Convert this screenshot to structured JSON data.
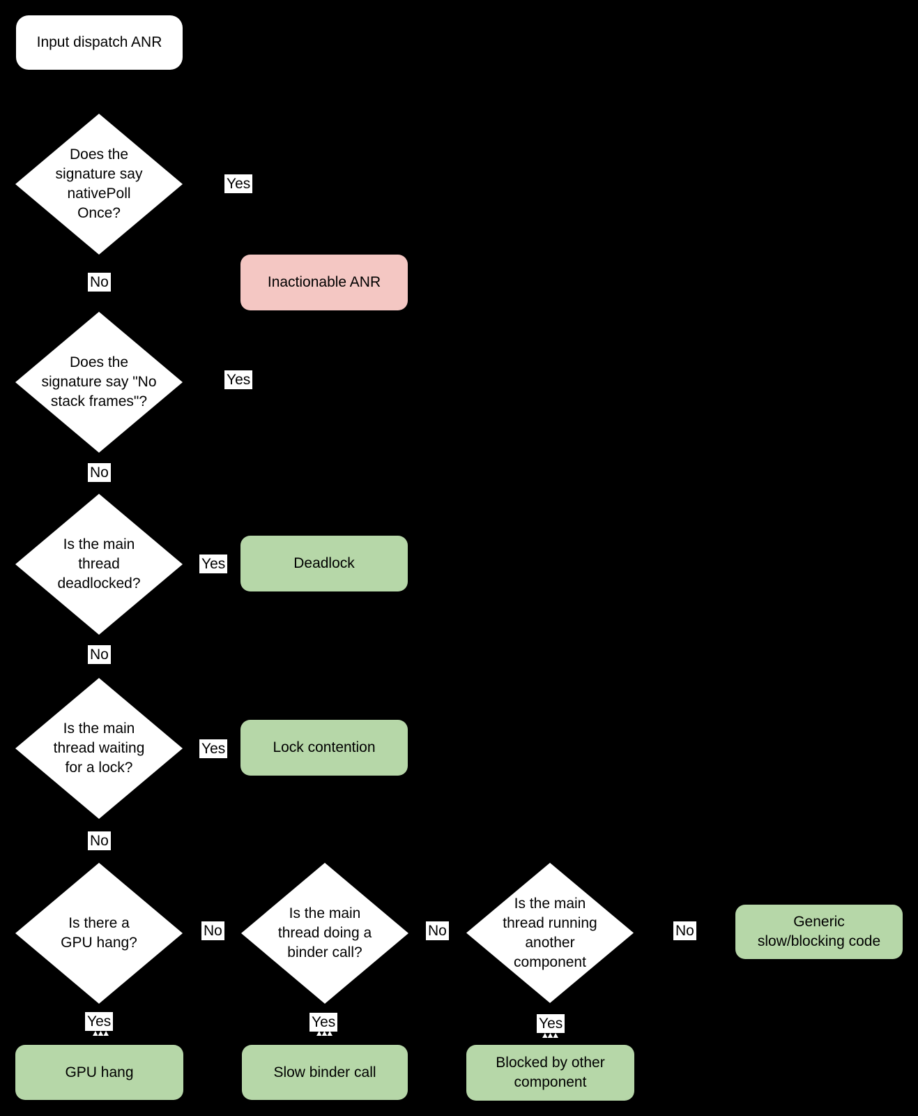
{
  "colors": {
    "background": "#000000",
    "decision_fill": "#ffffff",
    "negative_outcome_fill": "#f4c7c3",
    "positive_outcome_fill": "#b6d7a8",
    "text": "#000000",
    "edge_label_bg": "#ffffff"
  },
  "start": {
    "label": "Input dispatch ANR"
  },
  "decisions": [
    {
      "label": "Does the\nsignature say\nnativePoll\nOnce?"
    },
    {
      "label": "Does the\nsignature say \"No\nstack frames\"?"
    },
    {
      "label": "Is the main\nthread\ndeadlocked?"
    },
    {
      "label": "Is the main\nthread waiting\nfor a lock?"
    },
    {
      "label": "Is there a\nGPU hang?"
    },
    {
      "label": "Is the main\nthread doing a\nbinder call?"
    },
    {
      "label": "Is the main\nthread running\nanother\ncomponent"
    }
  ],
  "outcomes": [
    {
      "label": "Inactionable ANR",
      "type": "bad"
    },
    {
      "label": "Deadlock",
      "type": "good"
    },
    {
      "label": "Lock contention",
      "type": "good"
    },
    {
      "label": "Generic\nslow/blocking code",
      "type": "good"
    },
    {
      "label": "GPU hang",
      "type": "good"
    },
    {
      "label": "Slow binder call",
      "type": "good"
    },
    {
      "label": "Blocked by other\ncomponent",
      "type": "good"
    }
  ],
  "edge_labels": {
    "yes1": "Yes",
    "no1": "No",
    "yes2": "Yes",
    "no2": "No",
    "yes3": "Yes",
    "no3": "No",
    "yes4": "Yes",
    "no4": "No",
    "yes5": "Yes",
    "no5": "No",
    "yes6": "Yes",
    "no6": "No",
    "yes7": "Yes",
    "no7": "No"
  }
}
